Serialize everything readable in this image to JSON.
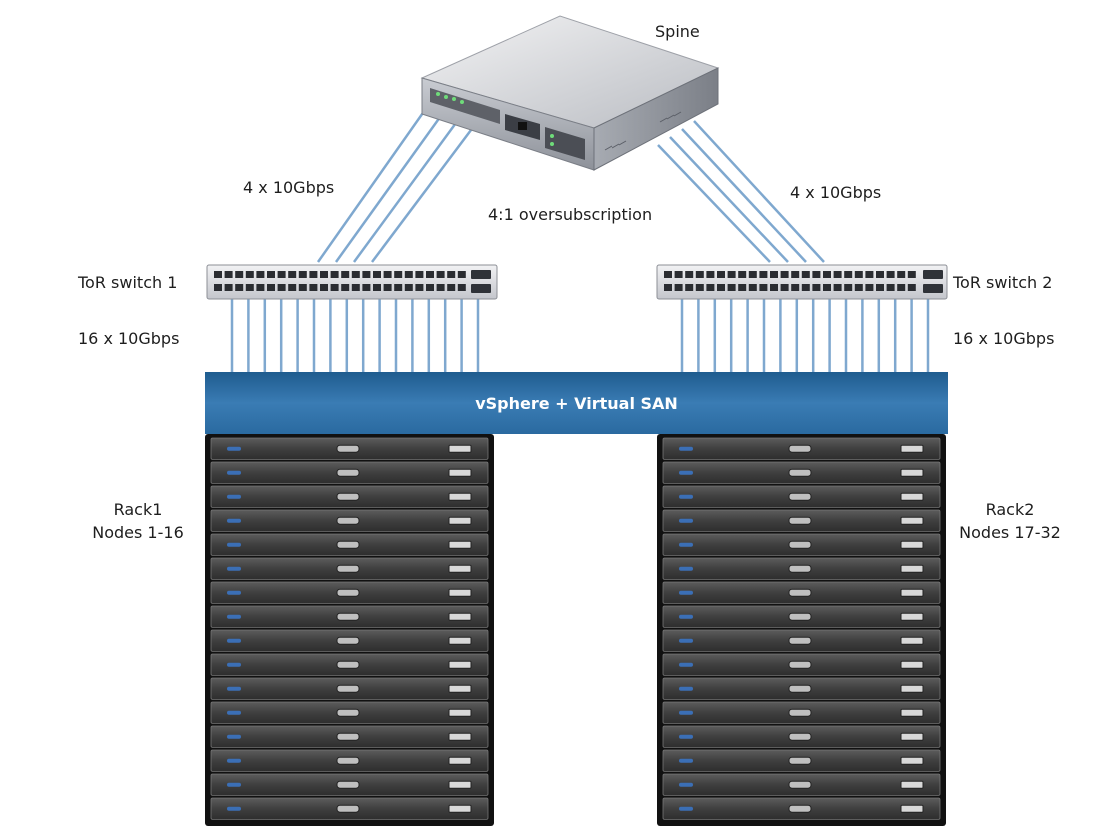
{
  "spine": {
    "label": "Spine"
  },
  "uplinks": {
    "left_label": "4 x 10Gbps",
    "right_label": "4 x 10Gbps",
    "oversubscription": "4:1 oversubscription"
  },
  "tor_switches": [
    {
      "label": "ToR switch 1",
      "downlink_label": "16 x 10Gbps"
    },
    {
      "label": "ToR switch 2",
      "downlink_label": "16 x 10Gbps"
    }
  ],
  "cluster": {
    "label": "vSphere + Virtual SAN"
  },
  "racks": [
    {
      "name": "Rack1",
      "nodes": "Nodes 1-16",
      "node_count": 16
    },
    {
      "name": "Rack2",
      "nodes": "Nodes 17-32",
      "node_count": 16
    }
  ],
  "colors": {
    "band_top": "#1f5c8f",
    "band_mid": "#3a7cb4",
    "band_bottom": "#2a6aa0",
    "cable": "#7fa8cf",
    "rack": "#111111",
    "server": "#4a4a4a",
    "led": "#3b6fb6"
  }
}
